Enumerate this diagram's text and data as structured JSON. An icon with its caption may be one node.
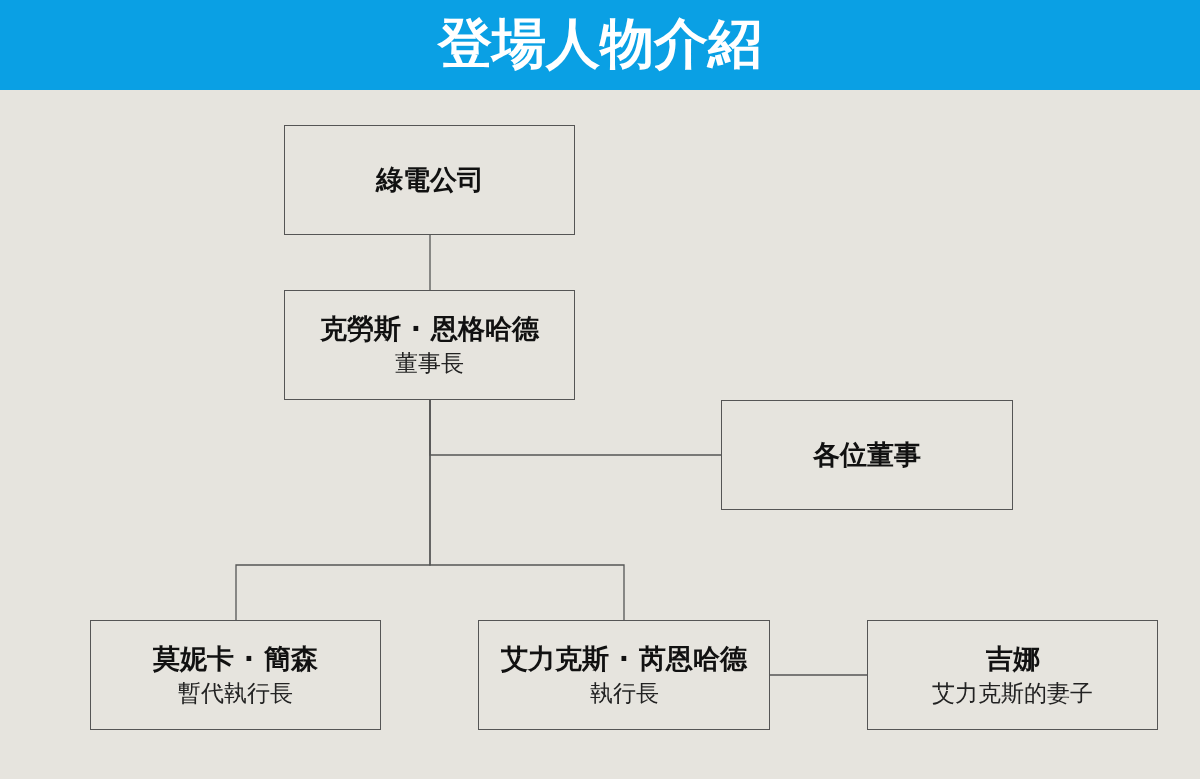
{
  "diagram": {
    "title": "登場人物介紹",
    "nodes": [
      {
        "text": [
          "綠電公司"
        ]
      },
      {
        "text": [
          "克勞斯 · 恩格哈德",
          "董事長"
        ]
      },
      {
        "text": [
          "各位董事"
        ]
      },
      {
        "text": [
          "莫妮卡 · 簡森",
          "暫代執行長"
        ]
      },
      {
        "text": [
          "艾力克斯 · 芮恩哈德",
          "執行長"
        ]
      },
      {
        "text": [
          "吉娜",
          "艾力克斯的妻子"
        ]
      }
    ],
    "edges": [
      {
        "from": 0,
        "to": 1,
        "arrow": "none"
      },
      {
        "from": 1,
        "to": 2,
        "arrow": "none"
      },
      {
        "from": 1,
        "to": 3,
        "arrow": "none"
      },
      {
        "from": 1,
        "to": 4,
        "arrow": "none"
      },
      {
        "from": 4,
        "to": 5,
        "arrow": "none"
      }
    ]
  }
}
